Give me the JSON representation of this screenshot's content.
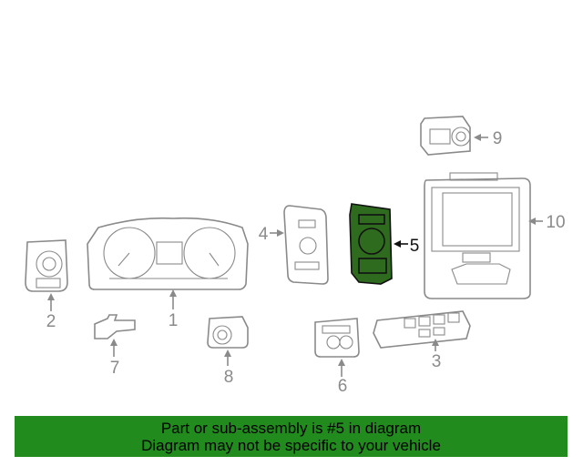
{
  "diagram": {
    "callouts": [
      {
        "id": "1",
        "label": "1"
      },
      {
        "id": "2",
        "label": "2"
      },
      {
        "id": "3",
        "label": "3"
      },
      {
        "id": "4",
        "label": "4"
      },
      {
        "id": "5",
        "label": "5",
        "highlighted": true
      },
      {
        "id": "6",
        "label": "6"
      },
      {
        "id": "7",
        "label": "7"
      },
      {
        "id": "8",
        "label": "8"
      },
      {
        "id": "9",
        "label": "9"
      },
      {
        "id": "10",
        "label": "10"
      }
    ],
    "colors": {
      "line_art": "#8a8a8a",
      "highlight_part": "#2f6b1f",
      "banner_background": "#228b1e"
    }
  },
  "banner": {
    "line1": "Part or sub-assembly is #5 in diagram",
    "line2": "Diagram may not be specific to your vehicle"
  }
}
